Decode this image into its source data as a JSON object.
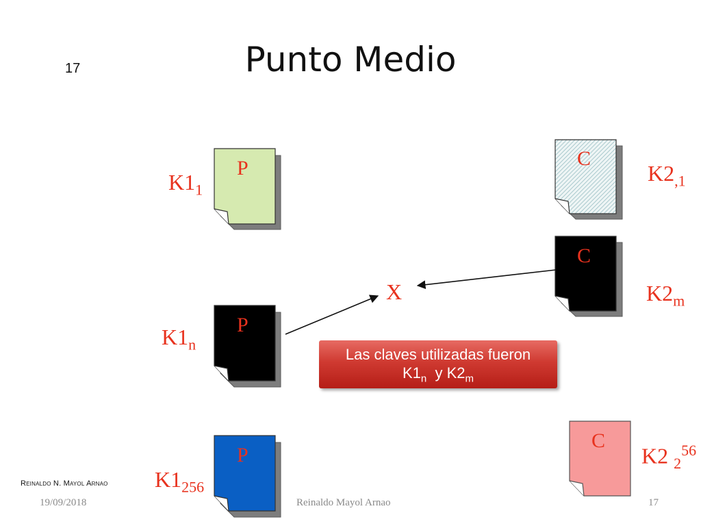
{
  "title": "Punto Medio",
  "slide_number_top": "17",
  "documents": {
    "p_top": {
      "letter": "P",
      "fill": "#d6eab0"
    },
    "p_mid": {
      "letter": "P",
      "fill": "#000000"
    },
    "p_bot": {
      "letter": "P",
      "fill": "#0a5fc4"
    },
    "c_top": {
      "letter": "C",
      "fill": "#e6f0f0"
    },
    "c_mid": {
      "letter": "C",
      "fill": "#000000"
    },
    "c_bot": {
      "letter": "C",
      "fill": "#f79a9a"
    }
  },
  "labels": {
    "k1_1": {
      "base": "K1",
      "sub": "1"
    },
    "k1_n": {
      "base": "K1",
      "sub": "n"
    },
    "k1_256": {
      "base": "K1",
      "sub": "256"
    },
    "k2_1": {
      "base": "K2",
      "sub": ",1"
    },
    "k2_m": {
      "base": "K2",
      "sub": "m"
    },
    "k2_256": {
      "base": "K2 ",
      "sub": "2",
      "sup": "56"
    }
  },
  "x_label": "X",
  "callout": {
    "line1": "Las claves utilizadas fueron",
    "k1": "K1",
    "k1_sub": "n",
    "connector": "y K2",
    "k2_sub": "m"
  },
  "author_small": "Reinaldo N. Mayol Arnao",
  "footer": {
    "date": "19/09/2018",
    "author": "Reinaldo Mayol Arnao",
    "page": "17"
  },
  "colors": {
    "accent": "#e8321e",
    "callout": "#c42c24"
  }
}
